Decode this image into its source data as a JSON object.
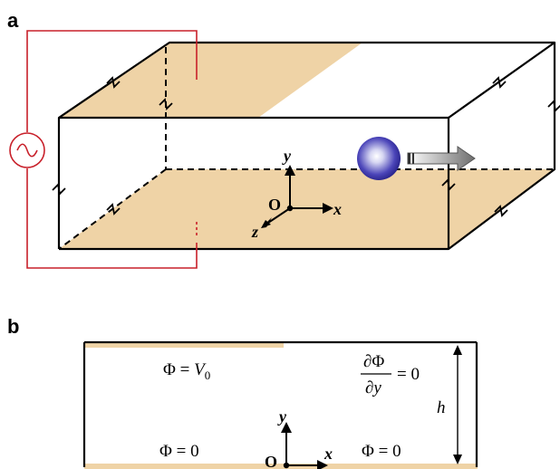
{
  "panel_a": {
    "label": "a",
    "axes": {
      "origin": "O",
      "x": "x",
      "y": "y",
      "z": "z"
    },
    "icons": [
      "ac-source-icon",
      "particle-sphere-icon",
      "motion-arrow-icon"
    ]
  },
  "panel_b": {
    "label": "b",
    "bc_top_left": {
      "phi": "Φ",
      "eq": " = ",
      "rhs": "V",
      "sub": "0"
    },
    "bc_bottom_left": "Φ = 0",
    "bc_bottom_right": "Φ = 0",
    "bc_right": {
      "num": "∂Φ",
      "den": "∂y",
      "rhs": "= 0"
    },
    "height_label": "h",
    "axes": {
      "origin": "O",
      "x": "x",
      "y": "y"
    }
  },
  "colors": {
    "electrode": "#efd3a6",
    "wire": "#c8202a",
    "outline": "#000000",
    "sphere": "#3a36a8"
  }
}
